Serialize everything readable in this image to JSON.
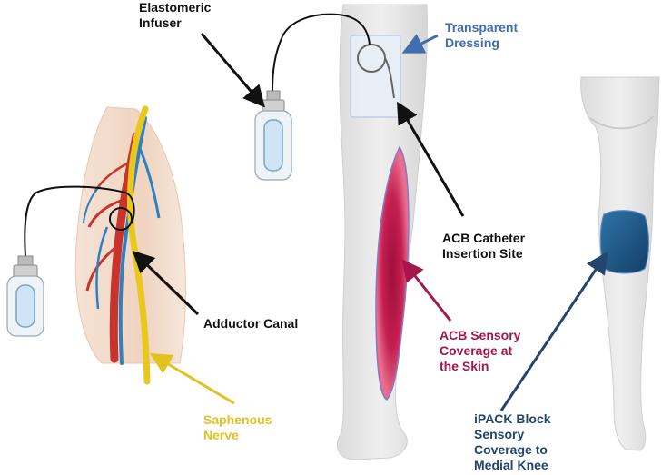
{
  "labels": {
    "elastomeric_infuser": "Elastomeric\nInfuser",
    "transparent_dressing": "Transparent\nDressing",
    "acb_catheter_site": "ACB Catheter\nInsertion Site",
    "adductor_canal": "Adductor Canal",
    "acb_sensory": "ACB Sensory\nCoverage at\nthe Skin",
    "saphenous_nerve": "Saphenous\nNerve",
    "ipack_block": "iPACK Block\nSensory\nCoverage to\nMedial Knee"
  },
  "colors": {
    "background": "#ffffff",
    "label_black": "#111111",
    "dressing_blue": "#3f6fb0",
    "acb_crimson": "#a3174d",
    "saphenous_yellow": "#e3c21d",
    "ipack_navy": "#23466e",
    "skin_leg": "#e4e4e4",
    "skin_thigh": "#f0d9c8",
    "artery_red": "#c8332b",
    "vein_blue": "#2f7fc1",
    "nerve_yellow": "#e8c81e",
    "acb_zone": "#c81a4e",
    "ipack_zone": "#1e5a8c"
  }
}
